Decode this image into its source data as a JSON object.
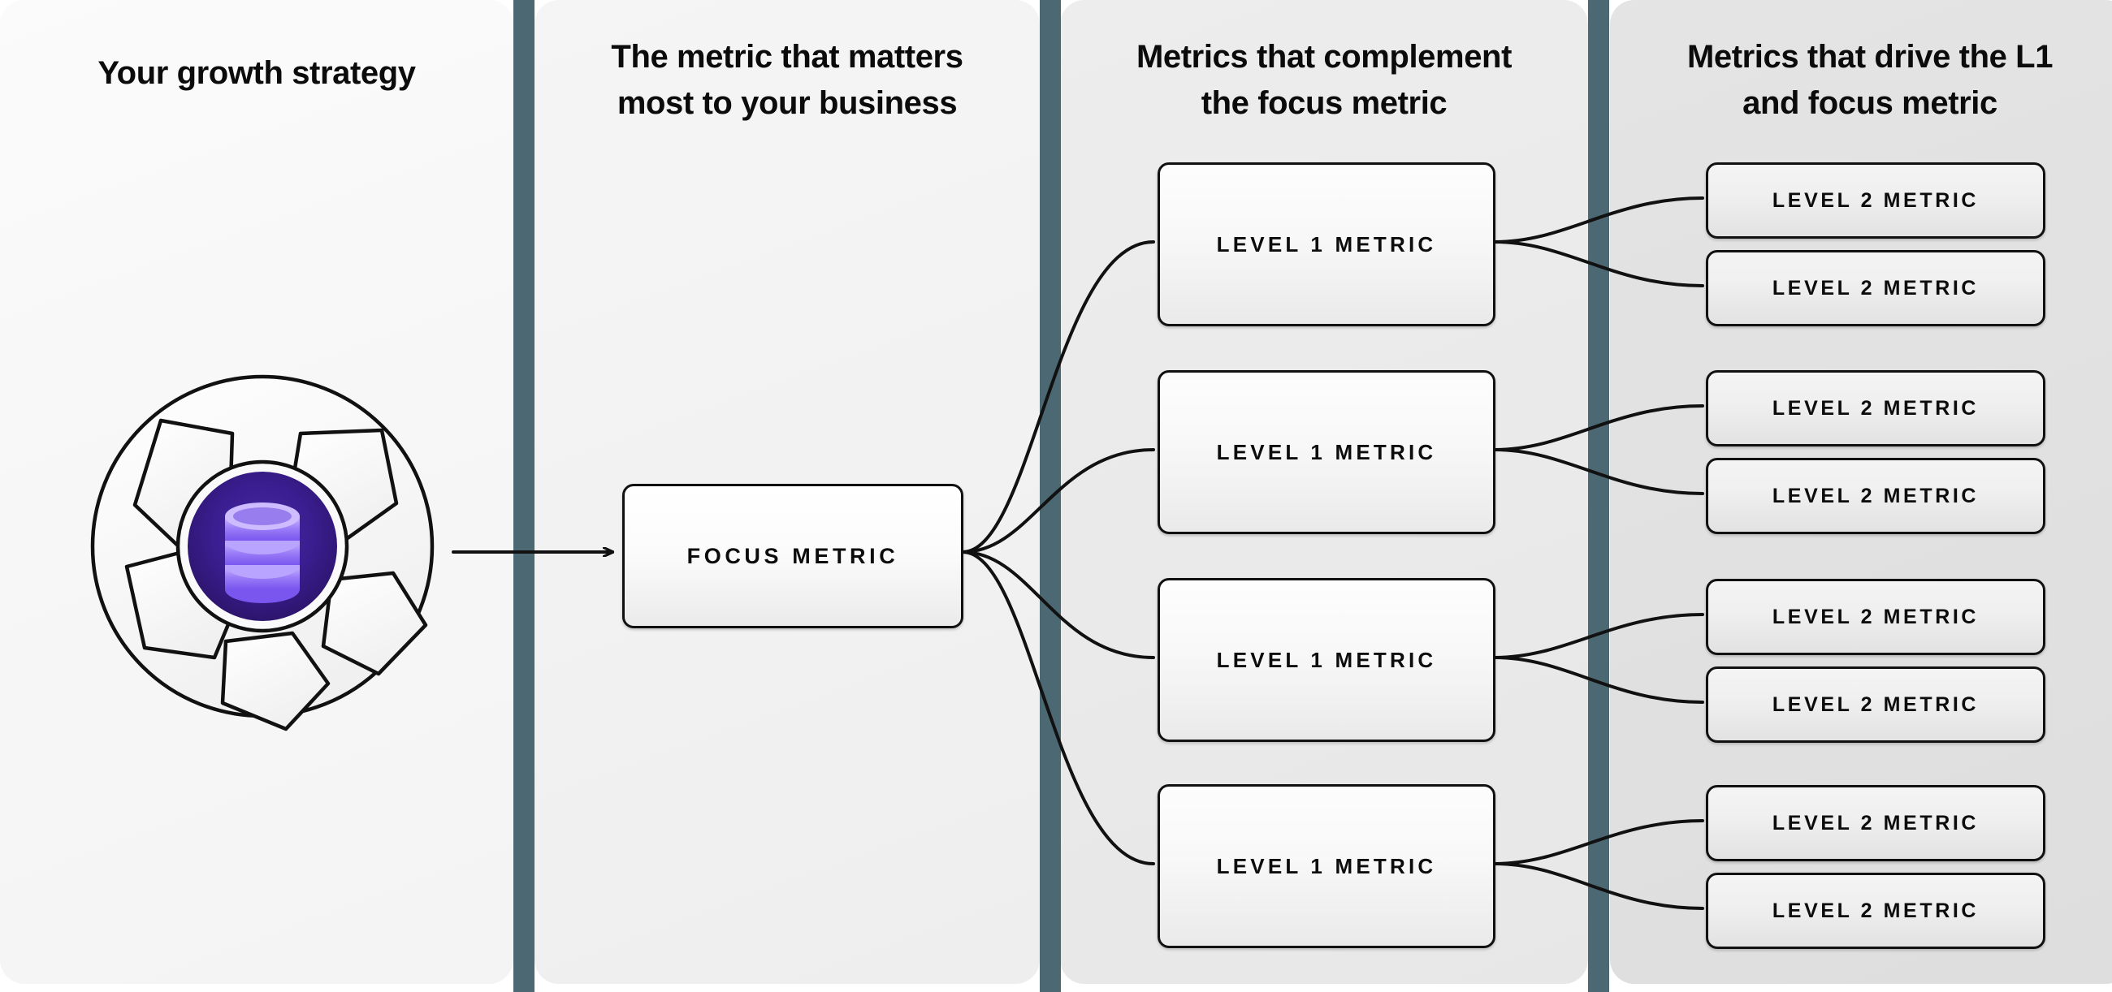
{
  "columns": [
    {
      "id": "growth-strategy",
      "title": "Your growth strategy"
    },
    {
      "id": "focus-metric",
      "title": "The metric that matters\nmost to your business"
    },
    {
      "id": "complement",
      "title": "Metrics that complement\nthe focus metric"
    },
    {
      "id": "drivers",
      "title": "Metrics that drive the L1\nand focus metric"
    }
  ],
  "logo": {
    "name": "aperture-database-logo",
    "core_color": "#3a1d8f",
    "icon_color": "#8b6bf5",
    "ring_color": "#f7f7f7",
    "outline_color": "#111111"
  },
  "focus": {
    "label": "FOCUS METRIC"
  },
  "level1": [
    {
      "label": "LEVEL 1 METRIC"
    },
    {
      "label": "LEVEL 1 METRIC"
    },
    {
      "label": "LEVEL 1 METRIC"
    },
    {
      "label": "LEVEL 1 METRIC"
    }
  ],
  "level2": [
    {
      "label": "LEVEL 2 METRIC"
    },
    {
      "label": "LEVEL 2 METRIC"
    },
    {
      "label": "LEVEL 2 METRIC"
    },
    {
      "label": "LEVEL 2 METRIC"
    },
    {
      "label": "LEVEL 2 METRIC"
    },
    {
      "label": "LEVEL 2 METRIC"
    },
    {
      "label": "LEVEL 2 METRIC"
    },
    {
      "label": "LEVEL 2 METRIC"
    }
  ],
  "theme": {
    "divider_color": "#4c6872",
    "line_color": "#111111",
    "text_color": "#0b0b0b",
    "panel_1_bg": "#f7f7f7",
    "panel_2_bg": "#f1f1f1",
    "panel_3_bg": "#eaeaea",
    "panel_4_bg": "#e1e1e1"
  }
}
